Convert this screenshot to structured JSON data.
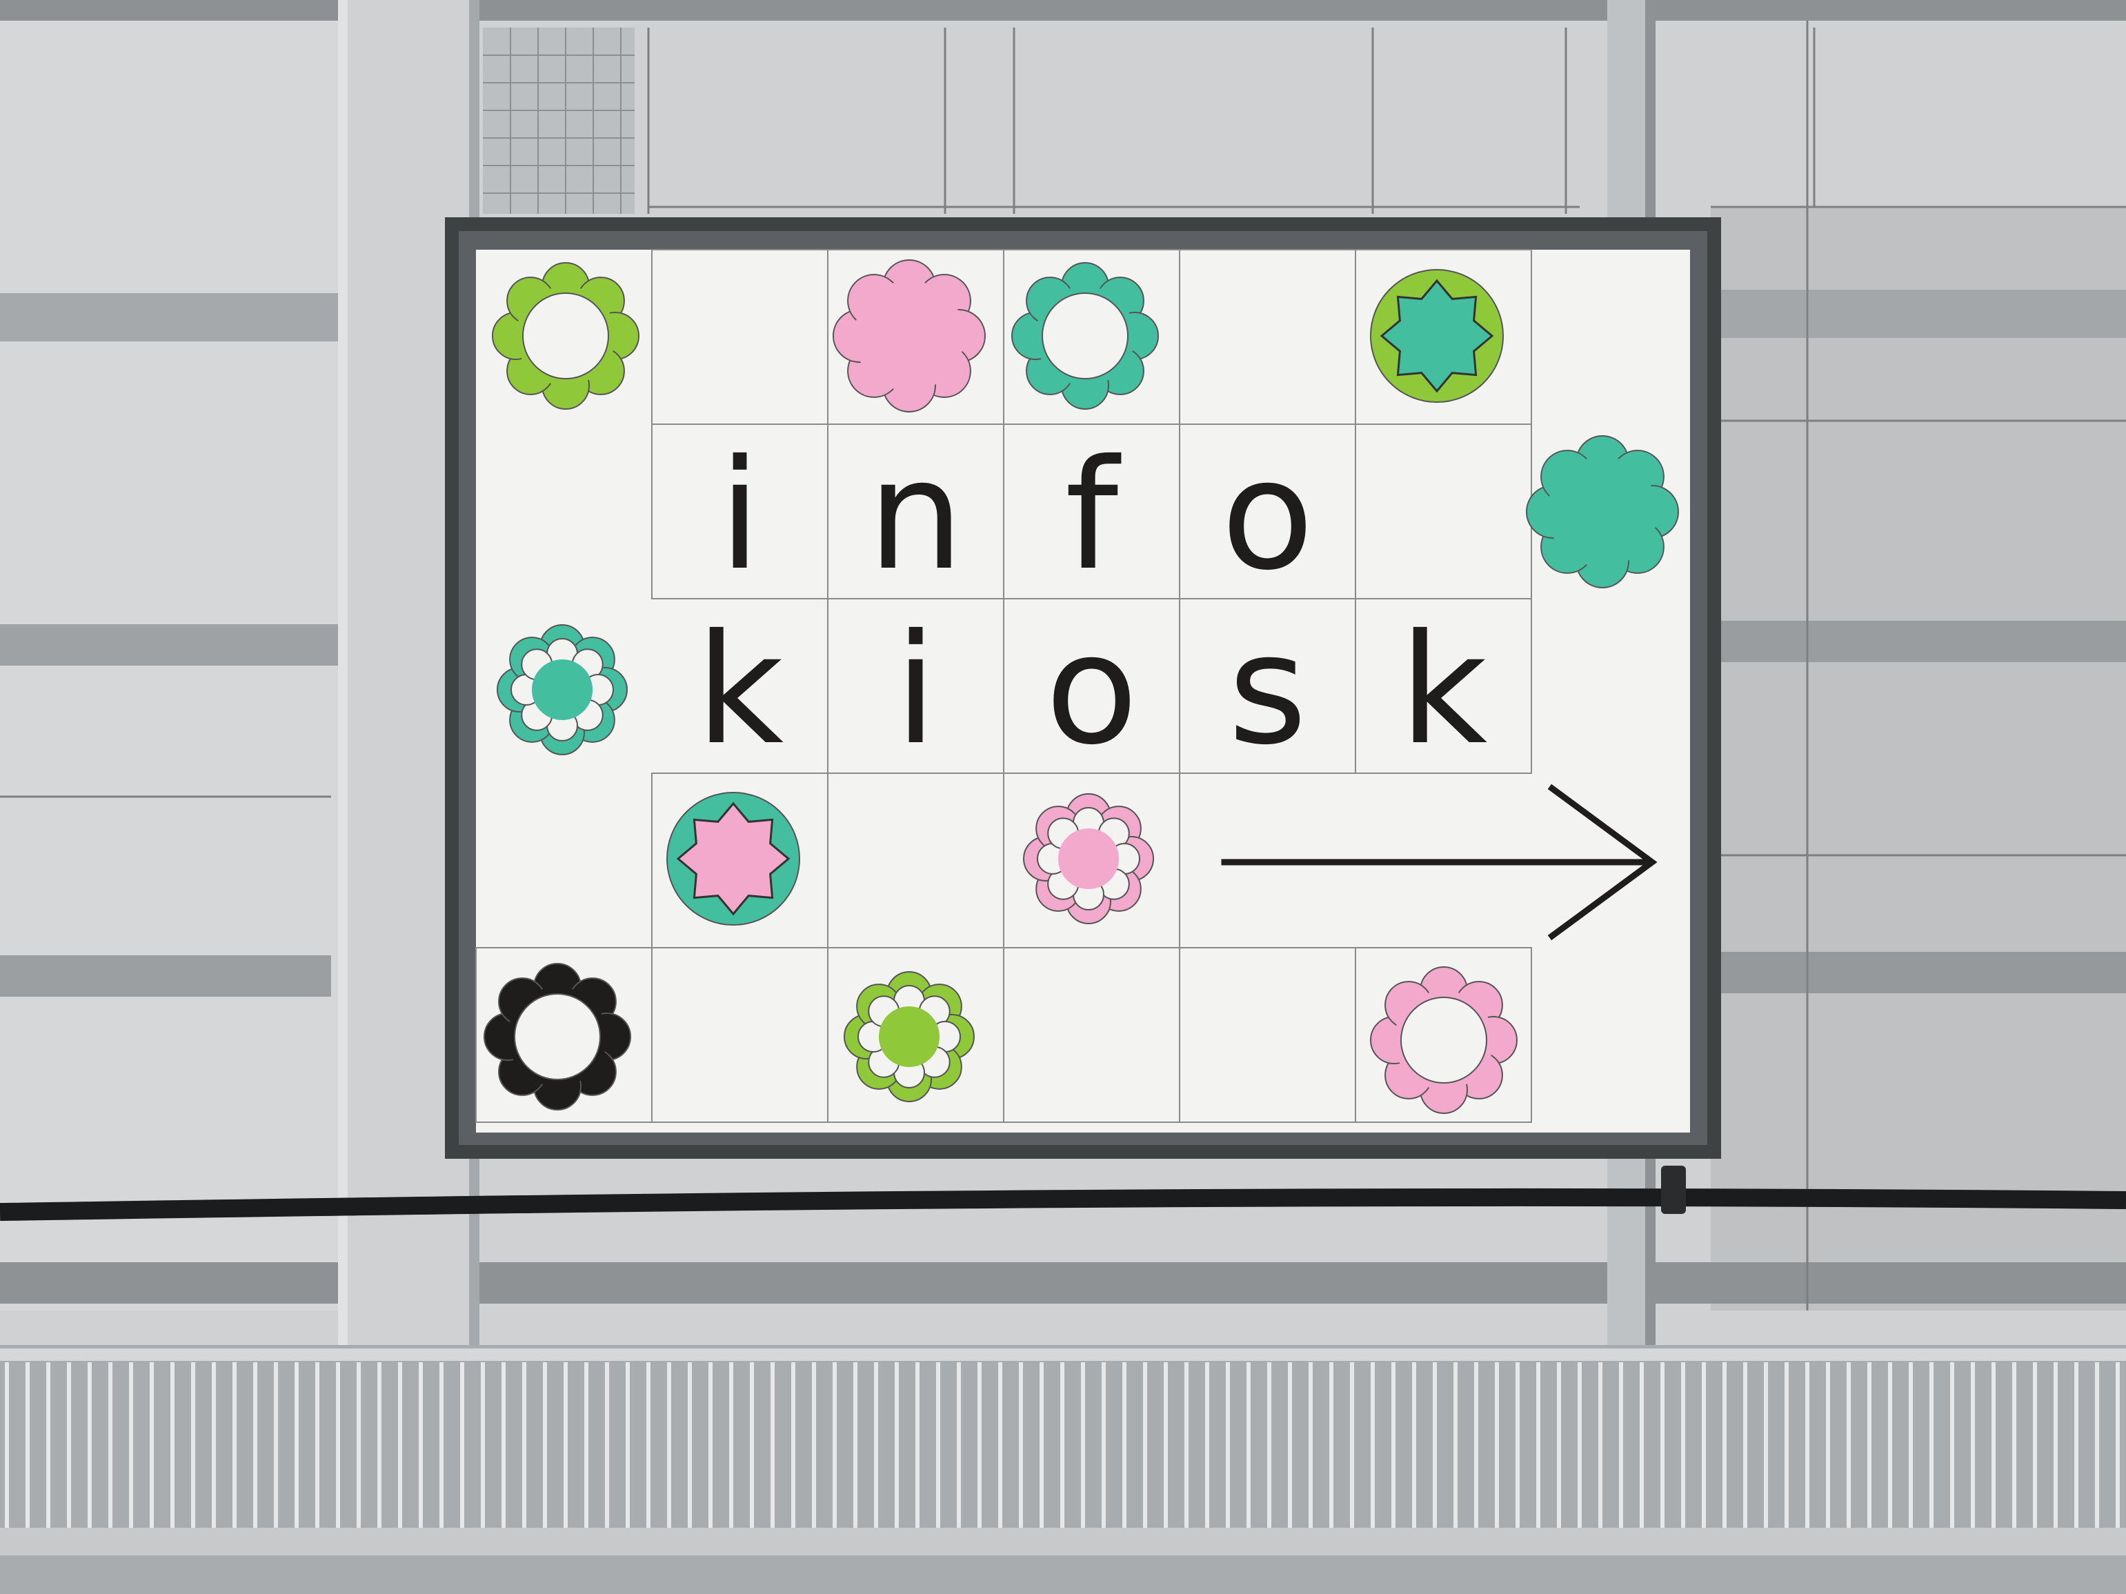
{
  "sign": {
    "line1": [
      "i",
      "n",
      "f",
      "o"
    ],
    "line2": [
      "k",
      "i",
      "o",
      "s",
      "k"
    ],
    "arrow": "right-arrow-icon"
  },
  "colors": {
    "green": "#8fc93a",
    "teal": "#43bfa0",
    "pink": "#f2a9cc",
    "black": "#1f1c1c",
    "panel": "#f3f3f2",
    "frame": "#4a4d4e",
    "grid": "#8a8a8a"
  },
  "flowers": [
    {
      "name": "green-ring-flower-icon",
      "kind": "ring",
      "color": "green"
    },
    {
      "name": "pink-solid-flower-icon",
      "kind": "solid",
      "color": "pink"
    },
    {
      "name": "teal-ring-flower-icon",
      "kind": "ring",
      "color": "teal"
    },
    {
      "name": "green-star-badge-icon",
      "kind": "star",
      "color": "green",
      "inner": "teal"
    },
    {
      "name": "teal-solid-flower-icon",
      "kind": "solid",
      "color": "teal"
    },
    {
      "name": "teal-scallop-flower-icon",
      "kind": "scallop",
      "color": "teal"
    },
    {
      "name": "teal-star-badge-icon",
      "kind": "star",
      "color": "teal",
      "inner": "pink"
    },
    {
      "name": "pink-scallop-flower-icon",
      "kind": "scallop",
      "color": "pink"
    },
    {
      "name": "black-ring-flower-icon",
      "kind": "ring",
      "color": "black"
    },
    {
      "name": "green-scallop-flower-icon",
      "kind": "scallop",
      "color": "green"
    },
    {
      "name": "pink-ring-flower-icon",
      "kind": "ring",
      "color": "pink"
    }
  ]
}
